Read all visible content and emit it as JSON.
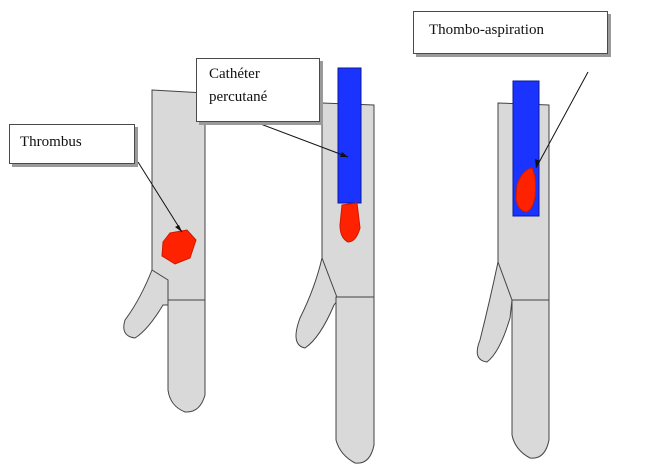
{
  "labels": {
    "thrombus": "Thrombus",
    "catheter_line1": "Cathéter",
    "catheter_line2": "percutané",
    "aspiration": "Thombo-aspiration"
  },
  "colors": {
    "vessel_fill": "#d9d9d9",
    "vessel_stroke": "#444444",
    "thrombus": "#ff2200",
    "catheter": "#1a33ff",
    "label_border": "#4a4a4a",
    "label_shadow": "#9a9a9a"
  }
}
